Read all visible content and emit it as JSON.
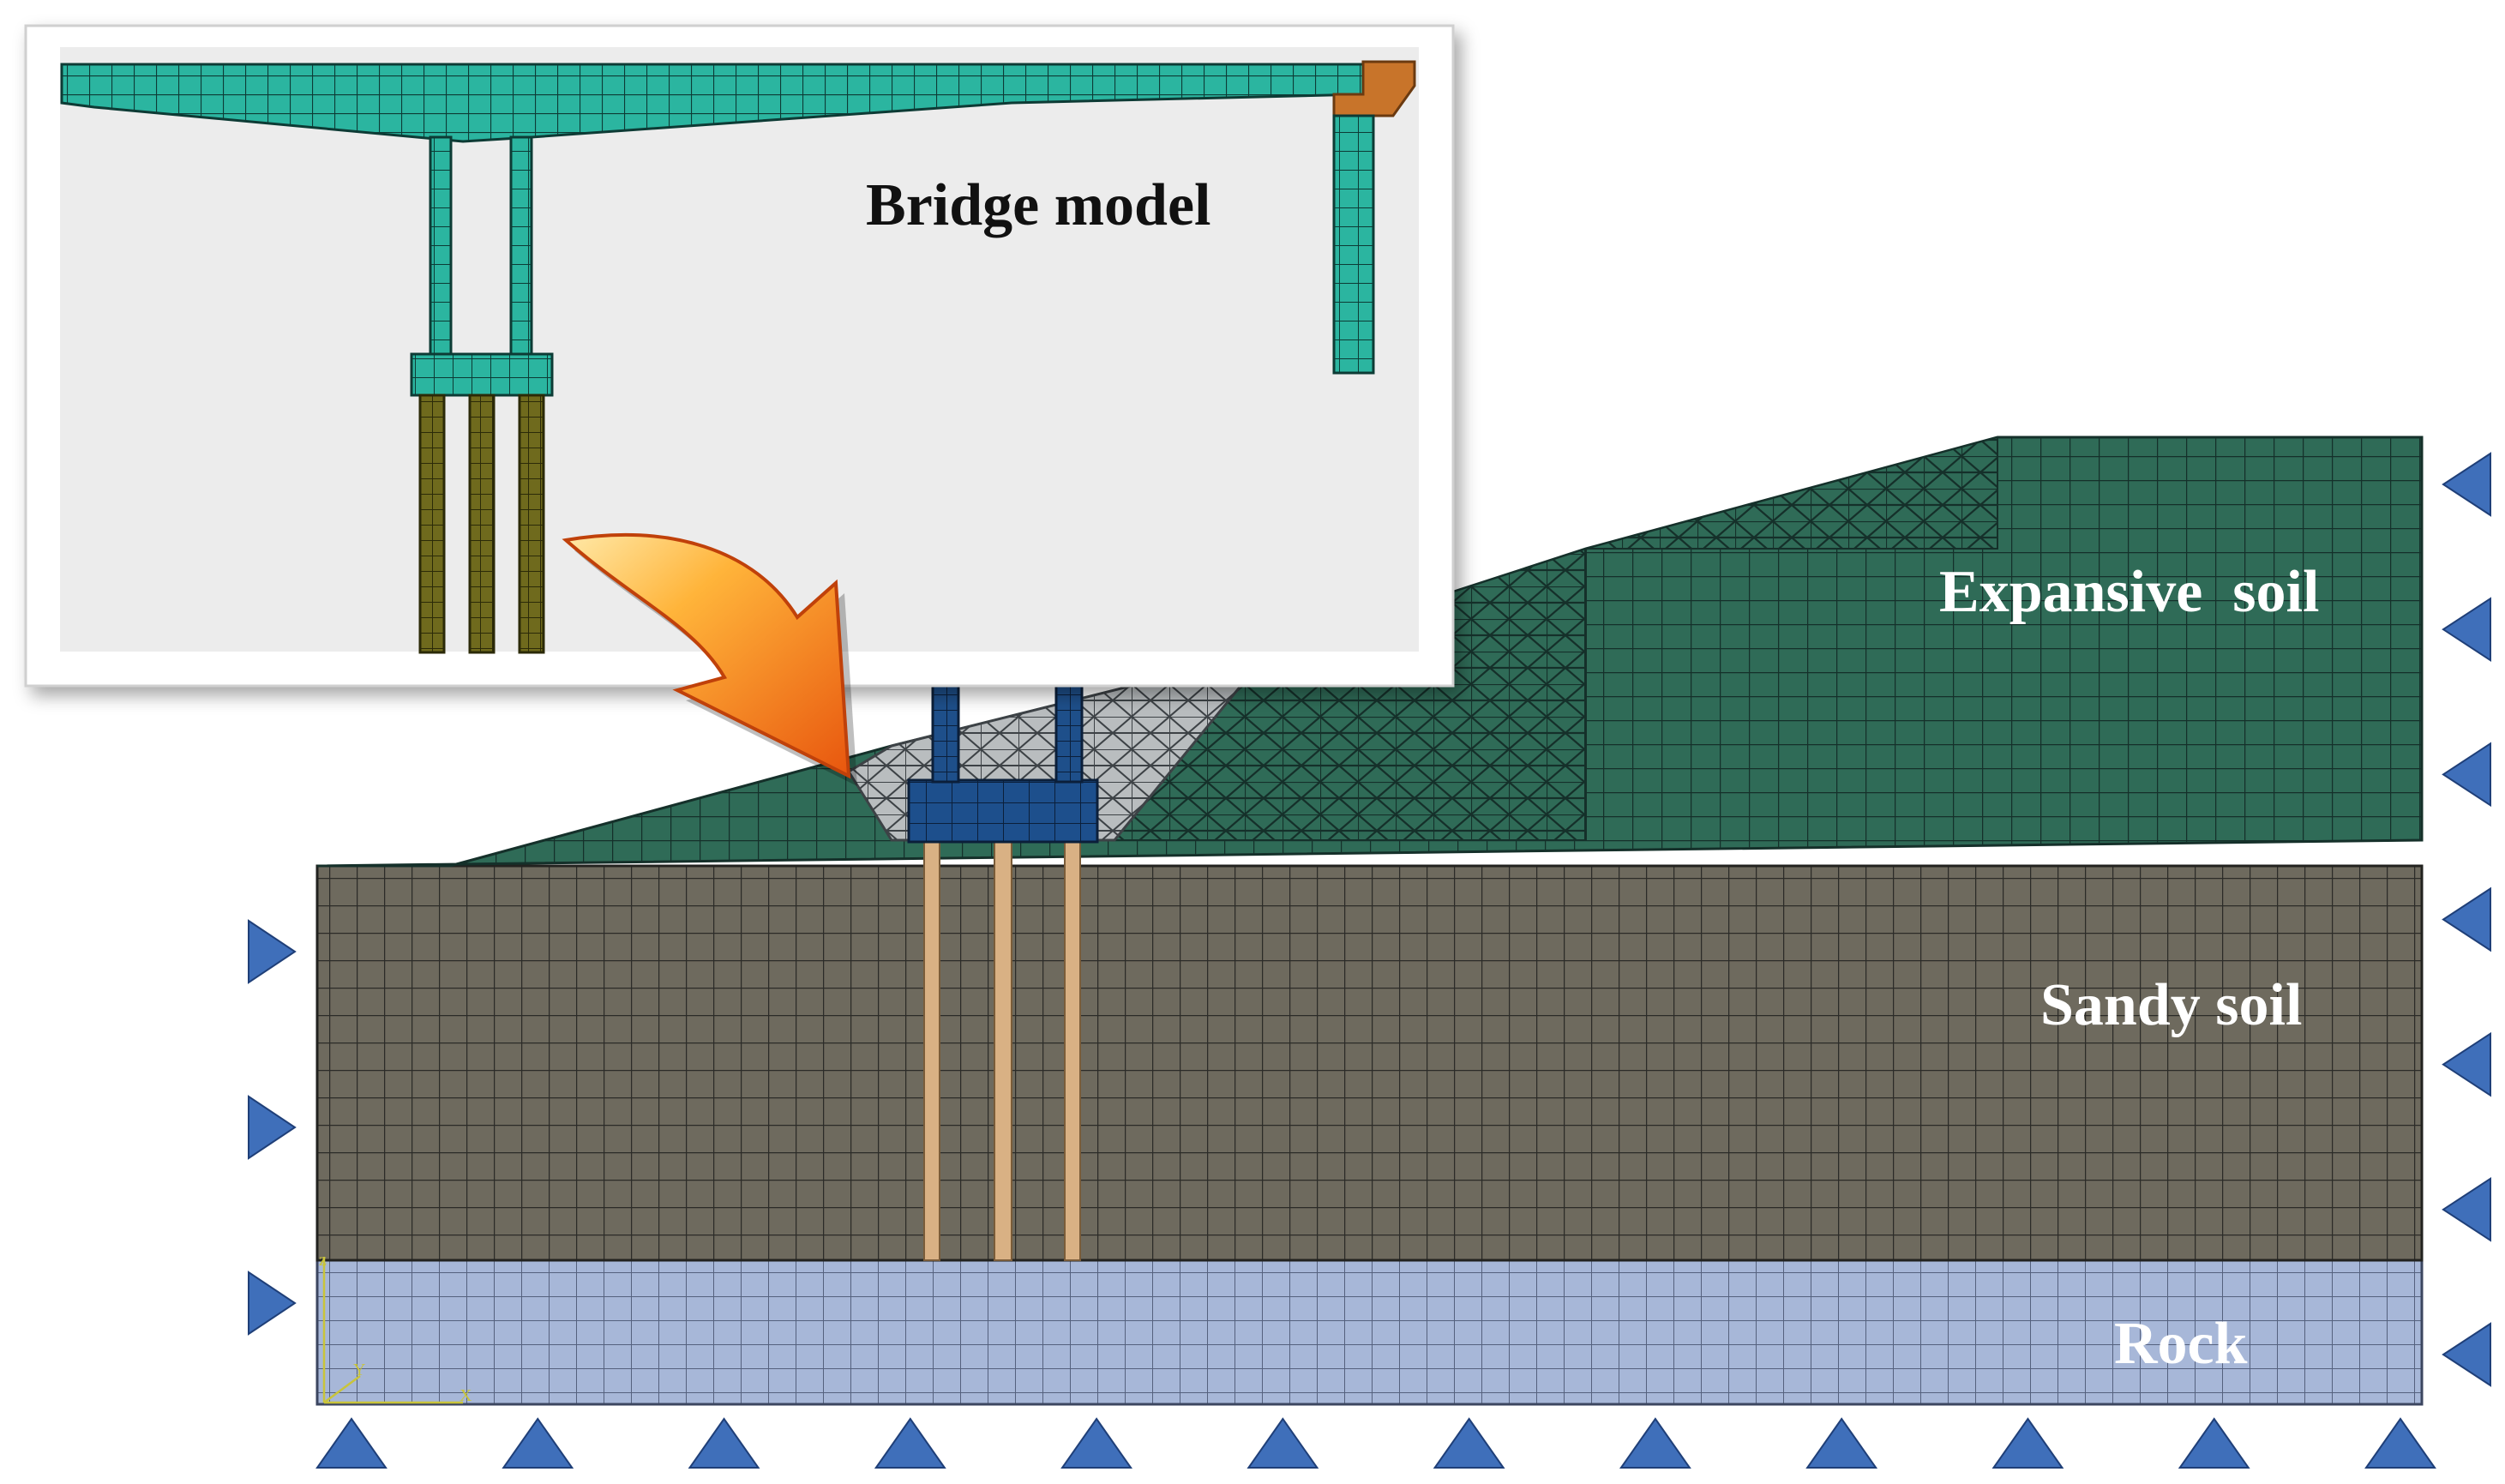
{
  "labels": {
    "bridge_model": "Bridge model",
    "expansive_soil": "Expansive  soil",
    "sandy_soil": "Sandy soil",
    "rock": "Rock"
  },
  "axis_triad": {
    "z": "z",
    "y": "Y",
    "x": "X"
  },
  "colors": {
    "expansive_soil": "#2f6b57",
    "sandy_soil": "#6e6a5e",
    "rock": "#a7b7d8",
    "backfill": "#b9bdbf",
    "pile_cap": "#1d4f8c",
    "columns": "#1e4f8a",
    "piles_in_soil": "#d9b184",
    "bridge_mesh": "#2bb5a0",
    "bridge_piles": "#6f6a1d",
    "abutment_cap": "#c8742a",
    "support_triangles": "#3f6fba",
    "arrow": "#f07a1a",
    "inset_background": "#ececec"
  },
  "supports": {
    "bottom_count": 12,
    "left_count": 3,
    "right_count": 7
  }
}
